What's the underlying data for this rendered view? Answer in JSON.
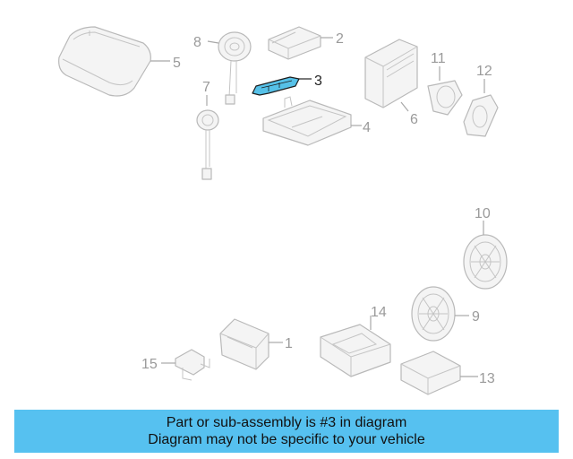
{
  "diagram": {
    "highlighted_part": "3",
    "highlight_color": "#56c1e8",
    "callouts": [
      {
        "id": "c1",
        "label": "1"
      },
      {
        "id": "c2",
        "label": "2"
      },
      {
        "id": "c3",
        "label": "3"
      },
      {
        "id": "c4",
        "label": "4"
      },
      {
        "id": "c5",
        "label": "5"
      },
      {
        "id": "c6",
        "label": "6"
      },
      {
        "id": "c7",
        "label": "7"
      },
      {
        "id": "c8",
        "label": "8"
      },
      {
        "id": "c9",
        "label": "9"
      },
      {
        "id": "c10",
        "label": "10"
      },
      {
        "id": "c11",
        "label": "11"
      },
      {
        "id": "c12",
        "label": "12"
      },
      {
        "id": "c13",
        "label": "13"
      },
      {
        "id": "c14",
        "label": "14"
      },
      {
        "id": "c15",
        "label": "15"
      }
    ]
  },
  "banner": {
    "line1": "Part or sub-assembly is #3 in diagram",
    "line2": "Diagram may not be specific to your vehicle",
    "color": "#56c1f0"
  }
}
